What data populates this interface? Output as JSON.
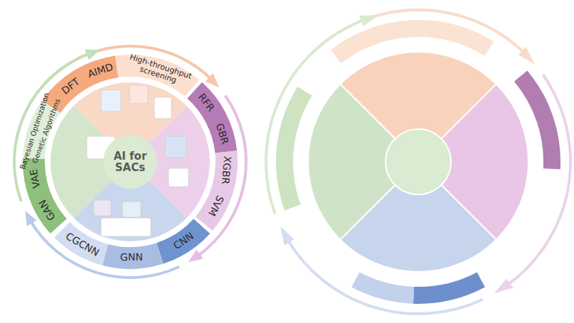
{
  "diagram": {
    "nodes": [
      {
        "text": [
          "AI for SACs"
        ]
      },
      {
        "text": [
          "DFT",
          "AIMD",
          "High-throughput screening"
        ]
      },
      {
        "text": [
          "RFR",
          "GBR",
          "XGBR",
          "SVM"
        ]
      },
      {
        "text": [
          "CNN",
          "GNN",
          "CGCNN"
        ]
      },
      {
        "text": [
          "VAE",
          "GAN",
          "Bayesian Optimization",
          "Genetic Algorithms"
        ]
      }
    ]
  }
}
